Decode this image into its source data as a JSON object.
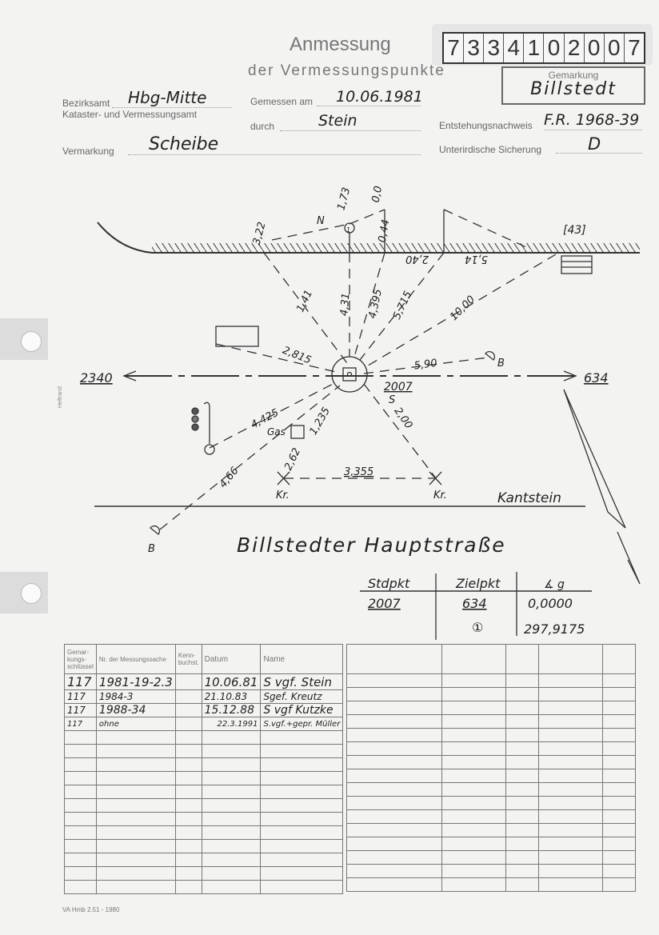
{
  "header": {
    "title": "Anmessung",
    "subtitle": "der Vermessungspunkte",
    "point_number_digits": [
      "7",
      "3",
      "3",
      "4",
      "1",
      "0",
      "2",
      "0",
      "0",
      "7"
    ],
    "gemarkung_label": "Gemarkung",
    "gemarkung_value": "Billstedt"
  },
  "fields": {
    "bezirksamt_label": "Bezirksamt",
    "bezirksamt_value": "Hbg-Mitte",
    "kataster_label": "Kataster- und Vermessungsamt",
    "gemessen_label": "Gemessen am",
    "gemessen_value": "10.06.1981",
    "durch_label": "durch",
    "durch_value": "Stein",
    "entstehung_label": "Entstehungsnachweis",
    "entstehung_value": "F.R. 1968-39",
    "vermarkung_label": "Vermarkung",
    "vermarkung_value": "Scheibe",
    "sicherung_label": "Unterirdische Sicherung",
    "sicherung_value": "D"
  },
  "side_label": "Heftrand",
  "sketch": {
    "m_322": "3,22",
    "m_173": "1,73",
    "m_00": "0,0",
    "m_044": "0,44",
    "m_240": "2,40",
    "m_514": "5,14",
    "ref_43": "[43]",
    "north": "N",
    "point_1": "1",
    "m_141": "1,41",
    "m_431": "4,31",
    "m_4395": "4,395",
    "m_5715": "5,715",
    "m_1000": "10,00",
    "m_2815": "2,815",
    "m_590": "5,90",
    "b1": "B",
    "left_target": "2340",
    "right_target": "634",
    "station": "2007",
    "station_mark": "S",
    "m_4425": "4,425",
    "m_1235": "1,235",
    "gas": "Gas",
    "m_200": "2,00",
    "m_262": "2,62",
    "m_3355": "3,355",
    "kr1": "Kr.",
    "kr2": "Kr.",
    "m_466": "4,66",
    "b2": "B",
    "kantstein": "Kantstein",
    "street": "Billstedter Hauptstraße"
  },
  "orientation_table": {
    "headers": [
      "Stdpkt",
      "Zielpkt",
      "∡ g"
    ],
    "rows": [
      [
        "2007",
        "634",
        "0,0000"
      ],
      [
        "",
        "①",
        "297,9175"
      ]
    ]
  },
  "record_table": {
    "headers": [
      "Gemar-kungs-schlüssel",
      "Nr. der Messungssache",
      "Kenn-buchst.",
      "Datum",
      "Name"
    ],
    "rows": [
      [
        "117",
        "1981-19-2.3",
        "",
        "10.06.81",
        "S vgf. Stein"
      ],
      [
        "117",
        "1984-3",
        "",
        "21.10.83",
        "Sgef. Kreutz"
      ],
      [
        "117",
        "1988-34",
        "",
        "15.12.88",
        "S vgf Kutzke"
      ],
      [
        "117",
        "ohne",
        "",
        "22.3.1991",
        "S.vgf.+gepr. Müller"
      ]
    ]
  },
  "footer": "VA Hmb 2.51 - 1980"
}
